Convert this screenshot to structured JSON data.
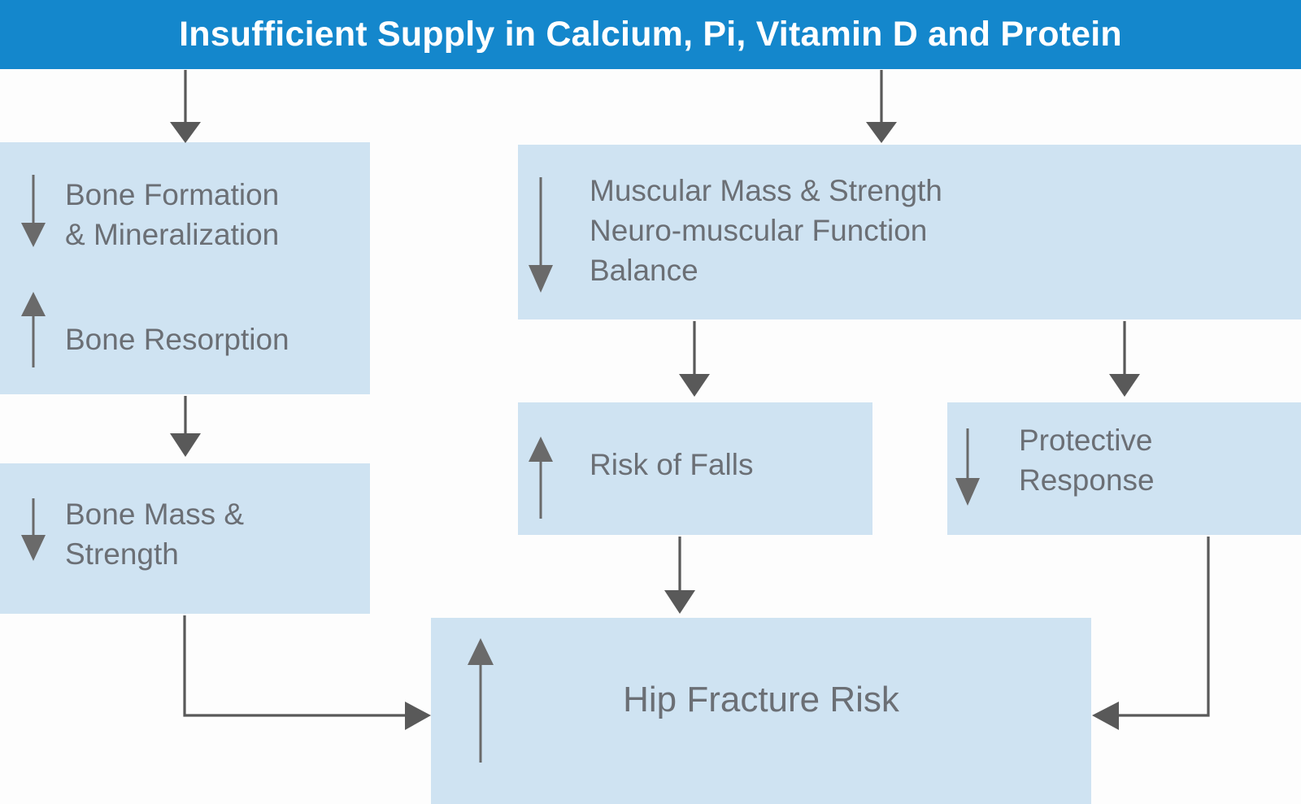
{
  "diagram": {
    "header": {
      "title": "Insufficient Supply in Calcium, Pi, Vitamin D and Protein",
      "background_color": "#1487CC",
      "text_color": "#FFFFFF"
    },
    "palette": {
      "box_fill": "#CFE3F2",
      "box_text": "#6B6F75",
      "arrow": "#595959",
      "page_background": "#FFFFFF"
    },
    "nodes": [
      {
        "id": "bone-formation",
        "label": "Bone Formation\n& Mineralization",
        "indicator": "down-arrow-icon"
      },
      {
        "id": "bone-resorption",
        "label": "Bone Resorption",
        "indicator": "up-arrow-icon"
      },
      {
        "id": "bone-mass",
        "label": "Bone Mass &\nStrength",
        "indicator": "down-arrow-icon"
      },
      {
        "id": "muscular",
        "label": "Muscular Mass & Strength\nNeuro-muscular Function\nBalance",
        "indicator": "down-arrow-icon"
      },
      {
        "id": "risk-of-falls",
        "label": "Risk of Falls",
        "indicator": "up-arrow-icon"
      },
      {
        "id": "protective-response",
        "label": "Protective\nResponse",
        "indicator": "down-arrow-icon"
      },
      {
        "id": "hip-fracture-risk",
        "label": "Hip Fracture Risk",
        "indicator": "up-arrow-icon"
      }
    ],
    "edges": [
      {
        "from": "header",
        "to": "bone-formation"
      },
      {
        "from": "header",
        "to": "muscular"
      },
      {
        "from": "bone-resorption",
        "to": "bone-mass"
      },
      {
        "from": "bone-mass",
        "to": "hip-fracture-risk"
      },
      {
        "from": "muscular",
        "to": "risk-of-falls"
      },
      {
        "from": "muscular",
        "to": "protective-response"
      },
      {
        "from": "risk-of-falls",
        "to": "hip-fracture-risk"
      },
      {
        "from": "protective-response",
        "to": "hip-fracture-risk"
      }
    ]
  }
}
